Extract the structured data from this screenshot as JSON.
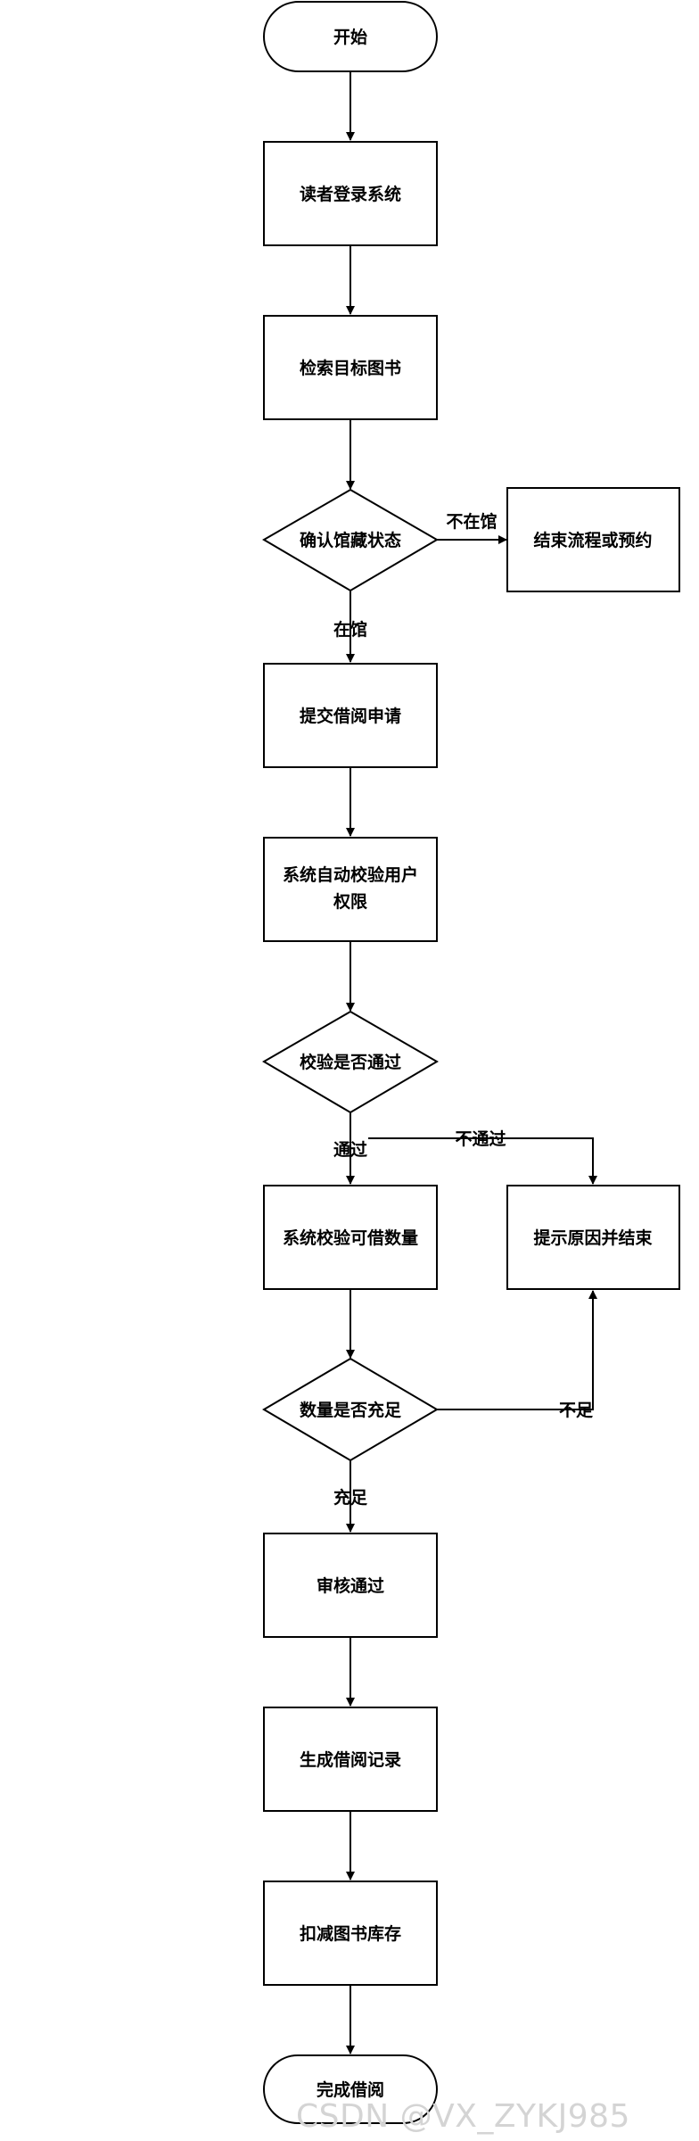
{
  "nodes": {
    "start": "开始",
    "login": "读者登录系统",
    "search": "检索目标图书",
    "check_status": "确认馆藏状态",
    "end_or_reserve": "结束流程或预约",
    "submit": "提交借阅申请",
    "verify_line1": "系统自动校验用户",
    "verify_line2": "权限",
    "verify_passed": "校验是否通过",
    "count_check": "系统校验可借数量",
    "notify_end": "提示原因并结束",
    "count_enough": "数量是否充足",
    "approve": "审核通过",
    "record": "生成借阅记录",
    "deduct": "扣减图书库存",
    "finish": "完成借阅"
  },
  "edge_labels": {
    "not_in_library": "不在馆",
    "in_library": "在馆",
    "passed": "通过",
    "not_passed": "不通过",
    "insufficient": "不足",
    "sufficient": "充足"
  },
  "watermark": "CSDN @VX_ZYKJ985",
  "colors": {
    "stroke": "#000000",
    "fill": "#ffffff",
    "watermark": "#d4d4d4"
  }
}
